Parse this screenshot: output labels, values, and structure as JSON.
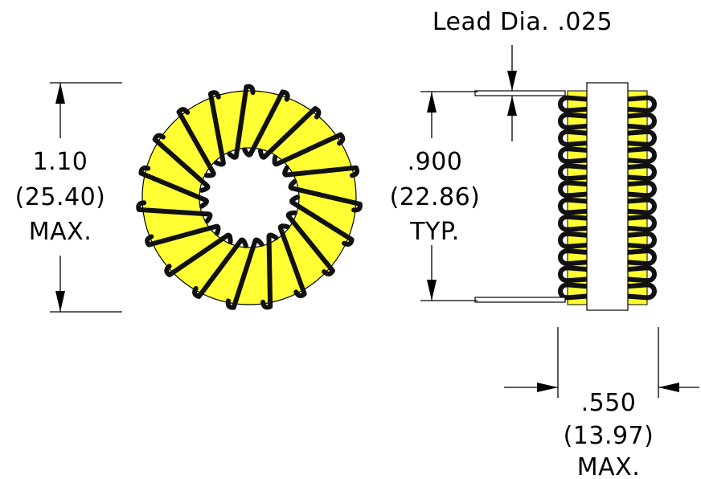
{
  "labels": {
    "lead_dia": "Lead Dia. .025",
    "od_inch": "1.10",
    "od_mm": "(25.40)",
    "od_note": "MAX.",
    "spacing_inch": ".900",
    "spacing_mm": "(22.86)",
    "spacing_note": "TYP.",
    "height_inch": ".550",
    "height_mm": "(13.97)",
    "height_note": "MAX."
  },
  "colors": {
    "core": "#ffff33",
    "wire": "#111111",
    "line": "#000000",
    "background": "#ffffff"
  },
  "toroid": {
    "turns": 19
  }
}
